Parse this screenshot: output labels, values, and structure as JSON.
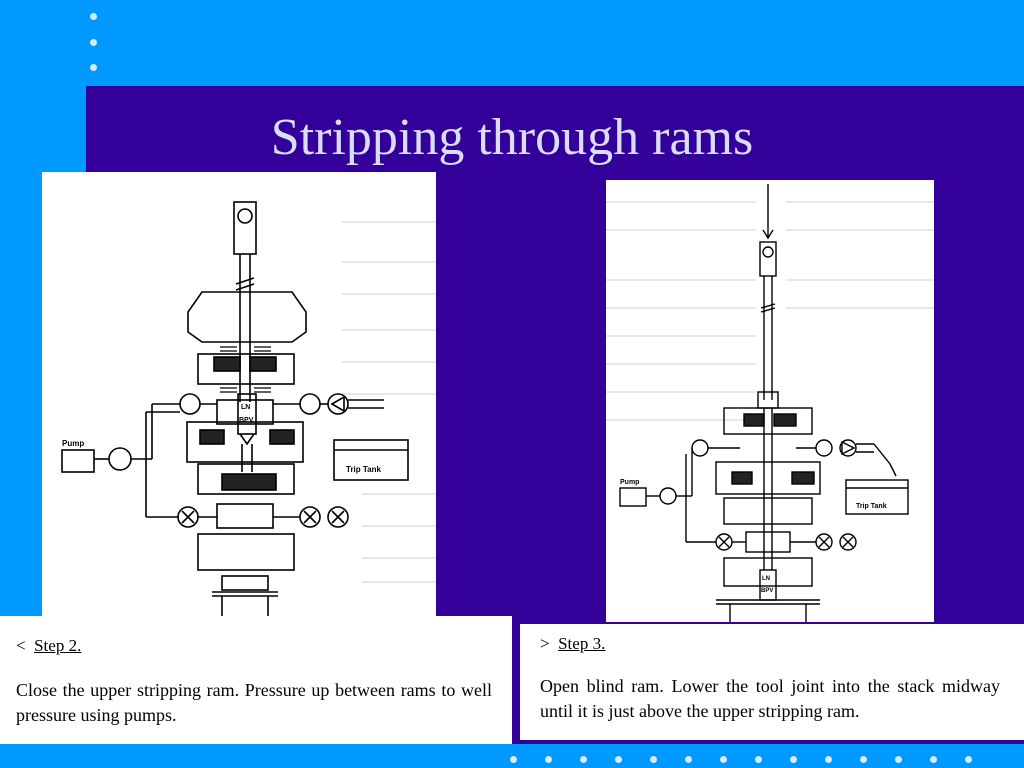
{
  "slide": {
    "title": "Stripping through rams",
    "bg_color": "#0099ff",
    "band_color": "#330099",
    "title_color": "#dcdcff"
  },
  "left_diagram": {
    "labels": {
      "pump": "Pump",
      "trip_tank": "Trip Tank",
      "ln": "LN",
      "bpv": "BPV"
    }
  },
  "right_diagram": {
    "labels": {
      "pump": "Pump",
      "trip_tank": "Trip Tank",
      "ln": "LN",
      "bpv": "BPV"
    }
  },
  "left_caption": {
    "marker": "<",
    "step": "Step 2.",
    "text": "Close the upper stripping ram. Pressure up between rams  to well pressure using pumps."
  },
  "right_caption": {
    "marker": ">",
    "step": "Step 3.",
    "text": "Open blind ram. Lower the tool joint into the stack midway until it is just above the upper stripping ram."
  }
}
